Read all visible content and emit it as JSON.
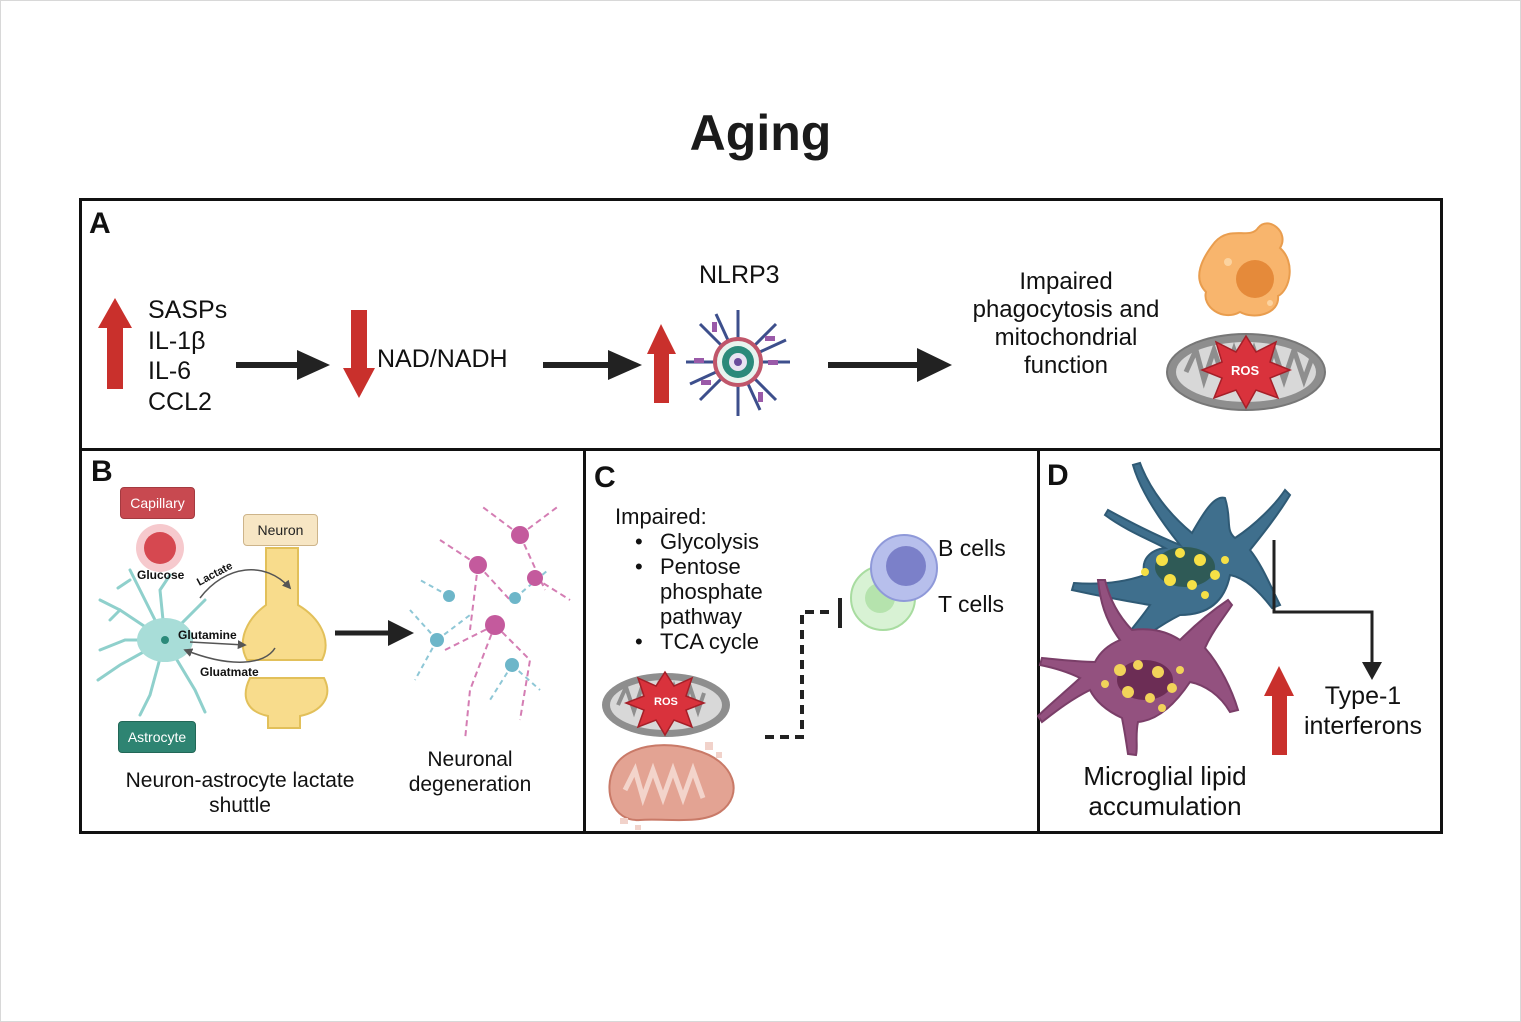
{
  "title": "Aging",
  "panel_a": {
    "label": "A",
    "cytokines": [
      "SASPs",
      "IL-1β",
      "IL-6",
      "CCL2"
    ],
    "nad": "NAD/NADH",
    "nlrp3": "NLRP3",
    "outcome": "Impaired phagocytosis and mitochondrial function",
    "ros": "ROS",
    "up_arrow_color": "#c9302c"
  },
  "panel_b": {
    "label": "B",
    "capillary": "Capillary",
    "neuron": "Neuron",
    "glucose": "Glucose",
    "lactate": "Lactate",
    "glutamine": "Glutamine",
    "glutamate": "Gluatmate",
    "astrocyte": "Astrocyte",
    "shuttle": "Neuron-astrocyte lactate shuttle",
    "degeneration": "Neuronal degeneration"
  },
  "panel_c": {
    "label": "C",
    "impaired": "Impaired:",
    "items": [
      "Glycolysis",
      "Pentose phosphate pathway",
      "TCA cycle"
    ],
    "ros": "ROS",
    "b_cells": "B cells",
    "t_cells": "T cells"
  },
  "panel_d": {
    "label": "D",
    "interferons": "Type-1 interferons",
    "lipid": "Microglial lipid accumulation"
  }
}
